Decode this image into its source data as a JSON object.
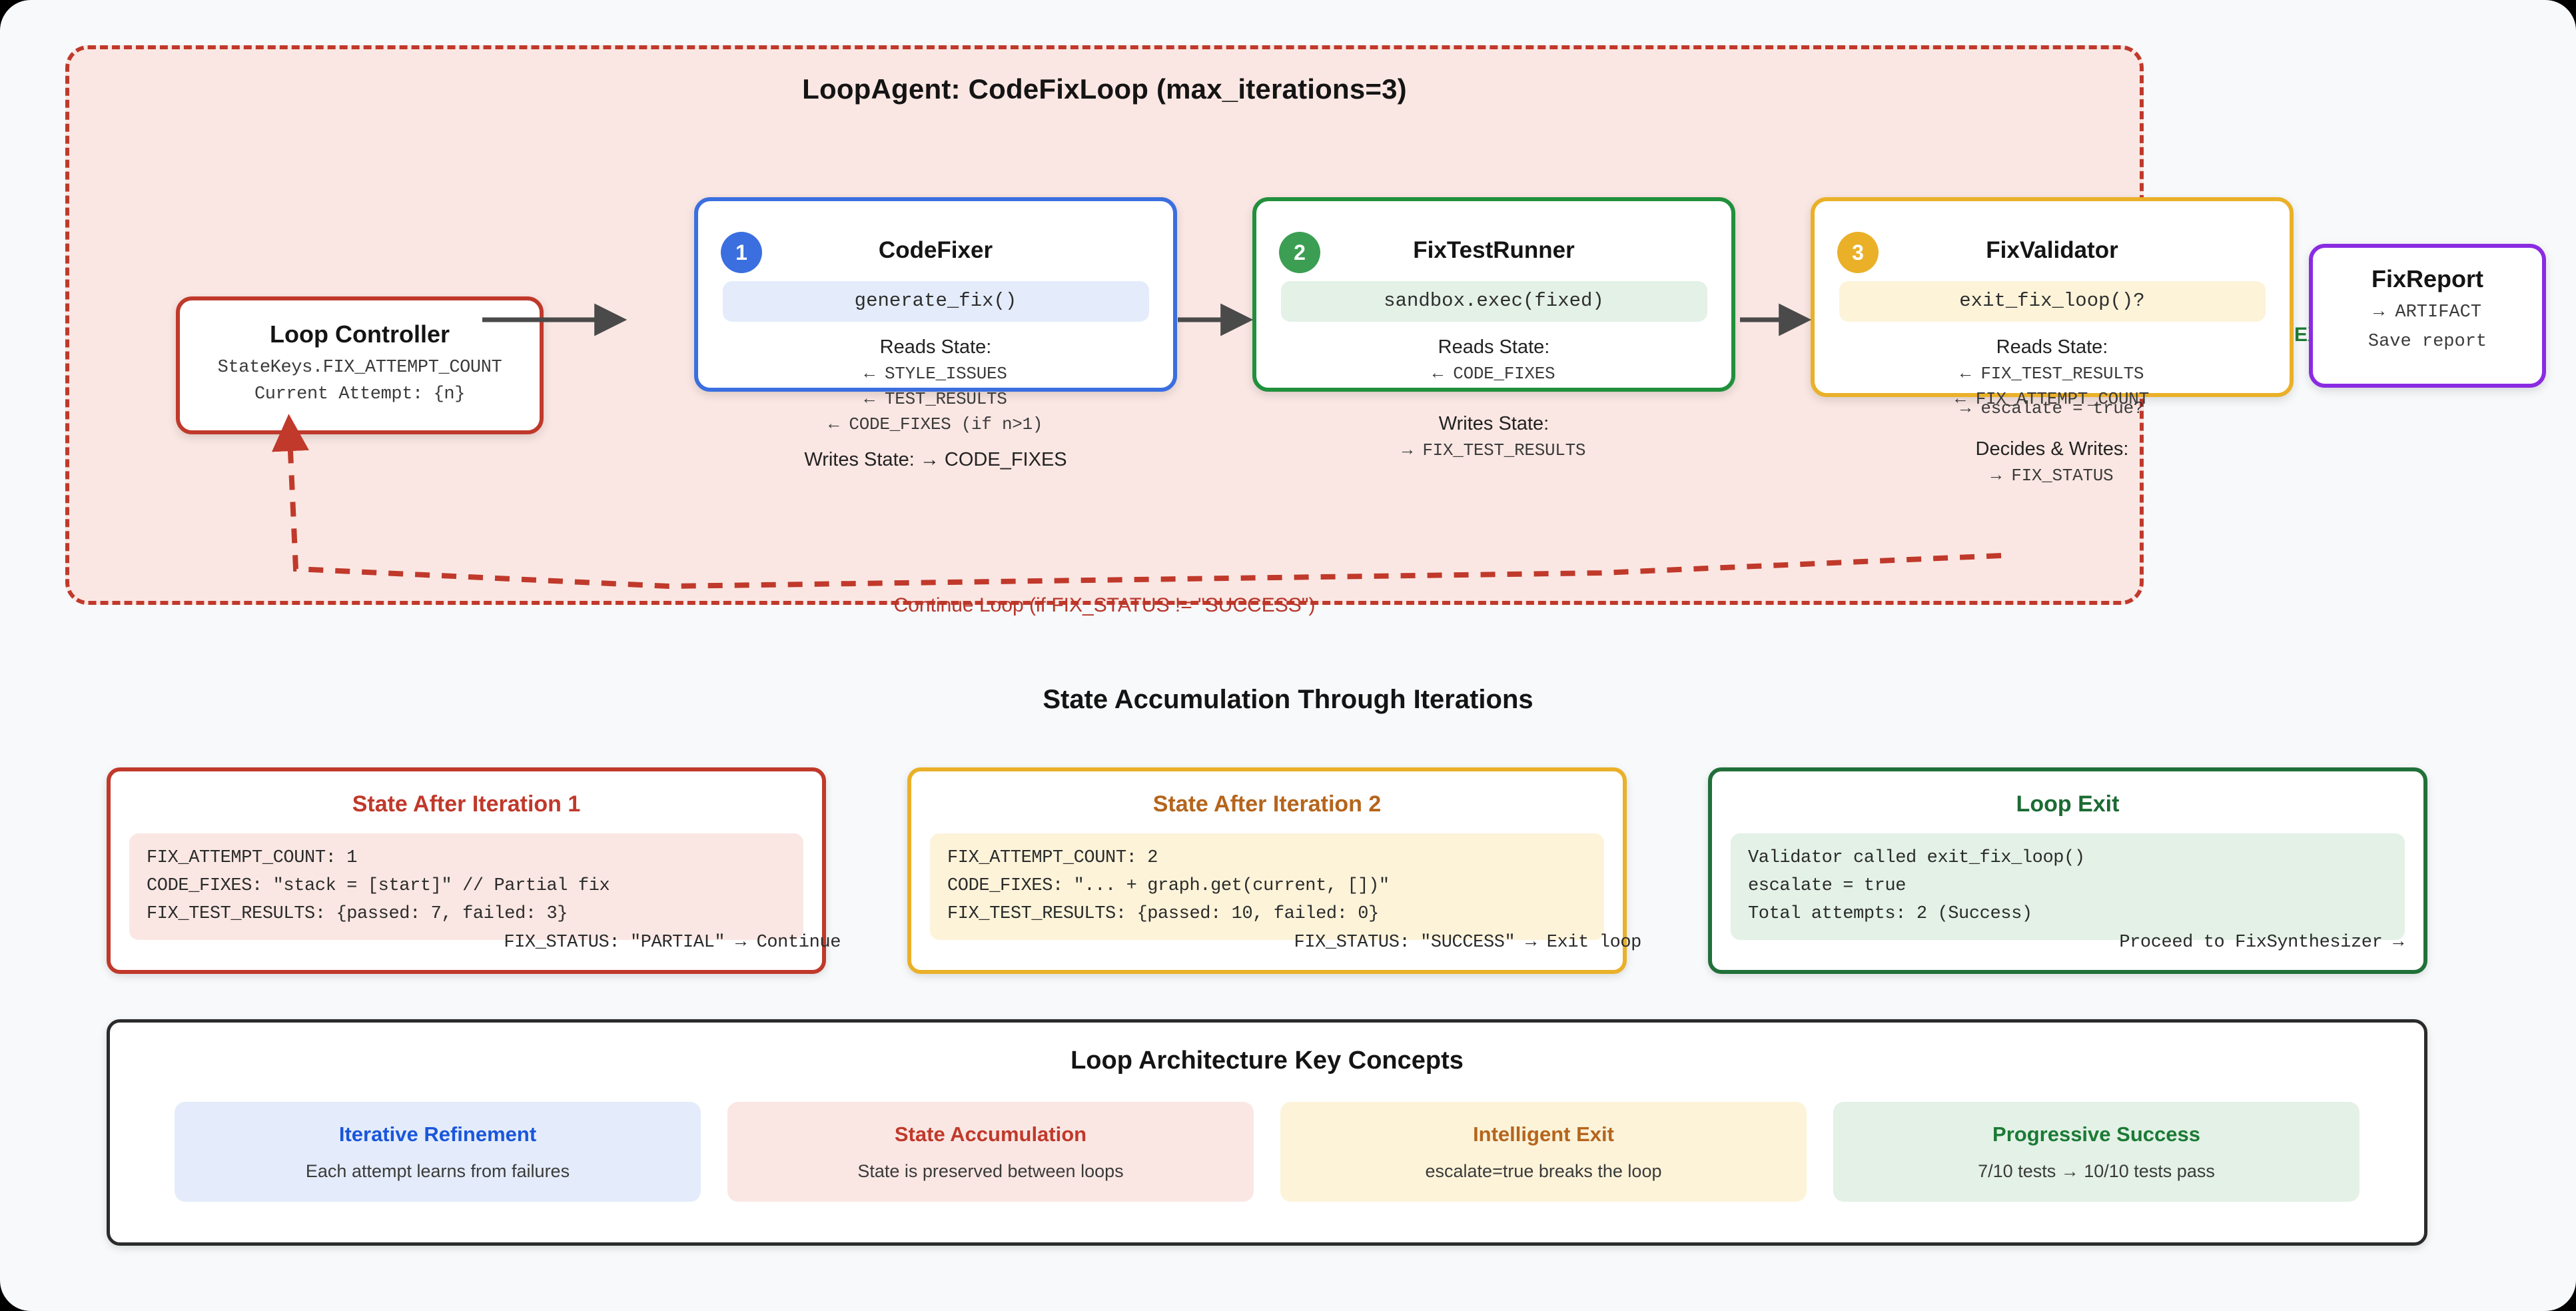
{
  "loop": {
    "title": "LoopAgent: CodeFixLoop (max_iterations=3)",
    "exit_label": "EXIT",
    "continue_label": "Continue Loop (if FIX_STATUS != \"SUCCESS\")"
  },
  "loop_controller": {
    "title": "Loop Controller",
    "line1": "StateKeys.FIX_ATTEMPT_COUNT",
    "line2": "Current Attempt: {n}"
  },
  "agents": [
    {
      "badge": "1",
      "title": "CodeFixer",
      "call": "generate_fix()",
      "reads_label": "Reads State:",
      "reads": [
        "← STYLE_ISSUES",
        "← TEST_RESULTS",
        "← CODE_FIXES (if n>1)"
      ],
      "writes_inline": "Writes State: → CODE_FIXES",
      "color": "#3b6fe0"
    },
    {
      "badge": "2",
      "title": "FixTestRunner",
      "call": "sandbox.exec(fixed)",
      "reads_label": "Reads State:",
      "reads": [
        "← CODE_FIXES"
      ],
      "writes_label": "Writes State:",
      "writes": [
        "→ FIX_TEST_RESULTS"
      ],
      "color": "#21903d"
    },
    {
      "badge": "3",
      "title": "FixValidator",
      "call": "exit_fix_loop()?",
      "reads_label": "Reads State:",
      "reads": [
        "← FIX_TEST_RESULTS",
        "← FIX_ATTEMPT_COUNT"
      ],
      "writes_label": "Decides & Writes:",
      "writes": [
        "→ FIX_STATUS"
      ],
      "overflow": "→ escalate = true?",
      "color": "#eab028"
    }
  ],
  "fix_report": {
    "title": "FixReport",
    "line1": "→ ARTIFACT",
    "line2": "Save report"
  },
  "state_section": {
    "heading": "State Accumulation Through Iterations",
    "cards": [
      {
        "title": "State After Iteration 1",
        "rows": [
          "FIX_ATTEMPT_COUNT: 1",
          "CODE_FIXES: \"stack = [start]\" // Partial fix",
          "FIX_TEST_RESULTS: {passed: 7, failed: 3}"
        ],
        "foot": "FIX_STATUS: \"PARTIAL\" → Continue",
        "accent": "#c0392b"
      },
      {
        "title": "State After Iteration 2",
        "rows": [
          "FIX_ATTEMPT_COUNT: 2",
          "CODE_FIXES: \"... + graph.get(current, [])\"",
          "FIX_TEST_RESULTS: {passed: 10, failed: 0}"
        ],
        "foot": "FIX_STATUS: \"SUCCESS\" → Exit loop",
        "accent": "#eab028"
      },
      {
        "title": "Loop Exit",
        "rows": [
          "Validator called exit_fix_loop()",
          "escalate = true",
          "Total attempts: 2 (Success)"
        ],
        "foot": "Proceed to FixSynthesizer →",
        "accent": "#21703a"
      }
    ]
  },
  "concepts": {
    "heading": "Loop Architecture Key Concepts",
    "items": [
      {
        "title": "Iterative Refinement",
        "sub": "Each attempt learns from failures"
      },
      {
        "title": "State Accumulation",
        "sub": "State is preserved between loops"
      },
      {
        "title": "Intelligent Exit",
        "sub": "escalate=true breaks the loop"
      },
      {
        "title": "Progressive Success",
        "sub": "7/10 tests → 10/10 tests pass"
      }
    ]
  },
  "colors": {
    "page_bg": "#f7f9fb",
    "loop_bg": "#fae7e3",
    "loop_border": "#c0392b",
    "arrow": "#4a4a4a",
    "exit_arrow": "#21703a"
  }
}
